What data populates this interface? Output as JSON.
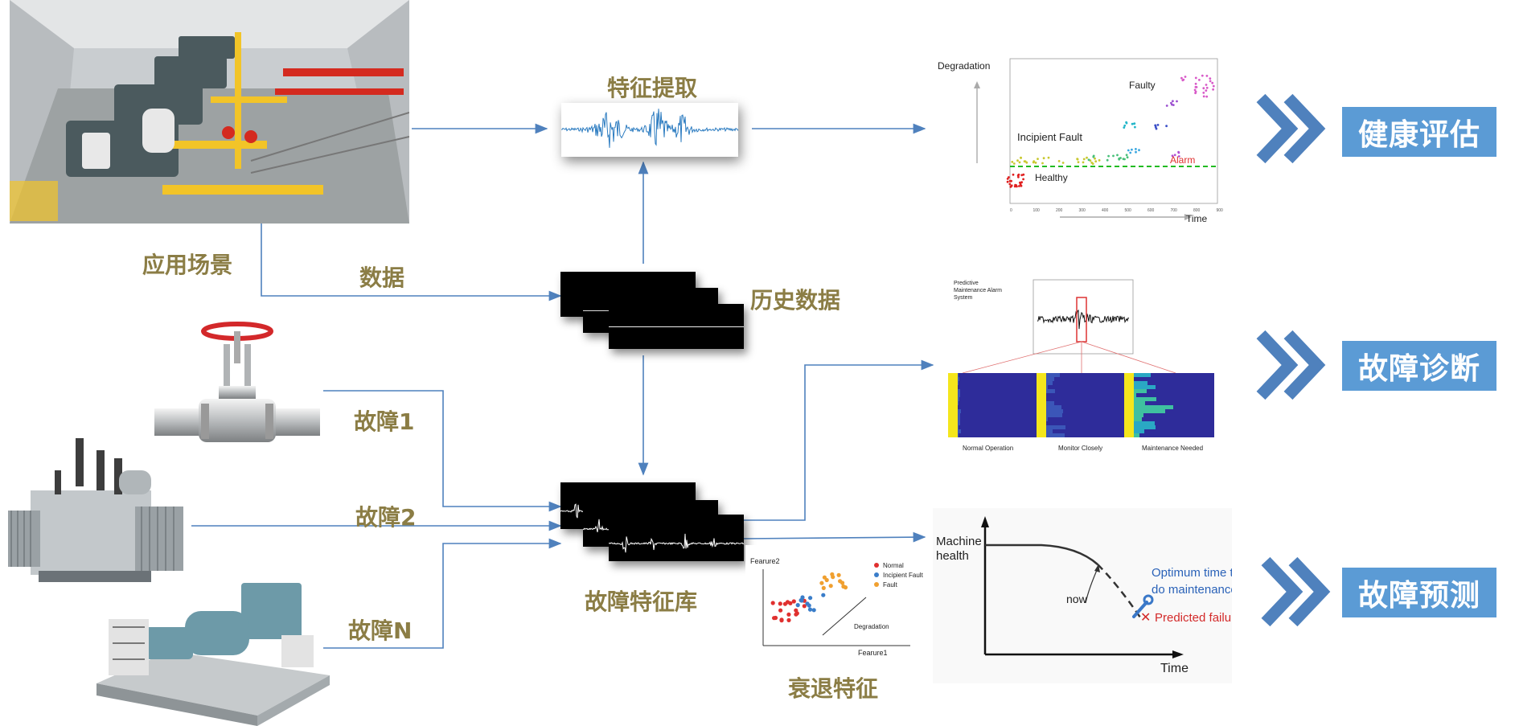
{
  "labels": {
    "scene": "应用场景",
    "data": "数据",
    "feature_extraction": "特征提取",
    "history": "历史数据",
    "fault1": "故障1",
    "fault2": "故障2",
    "faultN": "故障N",
    "fault_library": "故障特征库",
    "degradation_features": "衰退特征"
  },
  "outputs": {
    "health": "健康评估",
    "diagnosis": "故障诊断",
    "prediction": "故障预测"
  },
  "health_chart": {
    "ylabel": "Degradation",
    "xlabel": "Time",
    "faulty": "Faulty",
    "incipient": "Incipient Fault",
    "healthy": "Healthy",
    "alarm": "Alarm",
    "xticks": [
      "0",
      "100",
      "200",
      "300",
      "400",
      "500",
      "600",
      "700",
      "800",
      "900"
    ]
  },
  "diagnosis_panel": {
    "title_line1": "Predictive",
    "title_line2": "Maintenance Alarm",
    "title_line3": "System",
    "panels": [
      "Normal Operation",
      "Monitor Closely",
      "Maintenance Needed"
    ]
  },
  "scatter_panel": {
    "ylabel": "Fearure2",
    "xlabel": "Fearure1",
    "legend": [
      "Normal",
      "Incipient Fault",
      "Fault"
    ],
    "trend": "Degradation",
    "colors": {
      "normal": "#e0302f",
      "incipient": "#3a7dc9",
      "fault": "#f0a030"
    }
  },
  "prediction_chart": {
    "ylabel_line1": "Machine",
    "ylabel_line2": "health",
    "xlabel": "Time",
    "now": "now",
    "optimum_line1": "Optimum time to",
    "optimum_line2": "do maintenance",
    "failure": "Predicted failure"
  },
  "colors": {
    "arrow": "#4f81bd",
    "output_box": "#5b9bd5",
    "label_olive": "#8b7d45"
  }
}
